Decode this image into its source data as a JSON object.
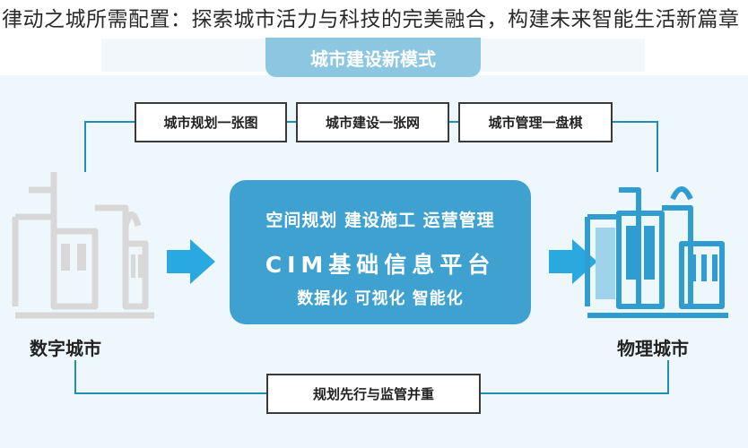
{
  "headline": "律动之城所需配置：探索城市活力与科技的完美融合，构建未来智能生活新篇章",
  "title": "城市建设新模式",
  "top_boxes": [
    "城市规划一张图",
    "城市建设一张网",
    "城市管理一盘棋"
  ],
  "platform": {
    "line1": "空间规划  建设施工  运营管理",
    "line2": "CIM基础信息平台",
    "line3": "数据化  可视化  智能化"
  },
  "left_label": "数字城市",
  "right_label": "物理城市",
  "bottom_box": "规划先行与监管并重",
  "icons": [
    "digital-city-icon",
    "physical-city-icon",
    "arrow-right-icon"
  ],
  "colors": {
    "accent": "#3ea1cf",
    "arrow": "#29a9e0",
    "title_tab": "#8cc7e2",
    "digital_city": "#d8d8d8",
    "physical_city": "#2f9dd0"
  }
}
